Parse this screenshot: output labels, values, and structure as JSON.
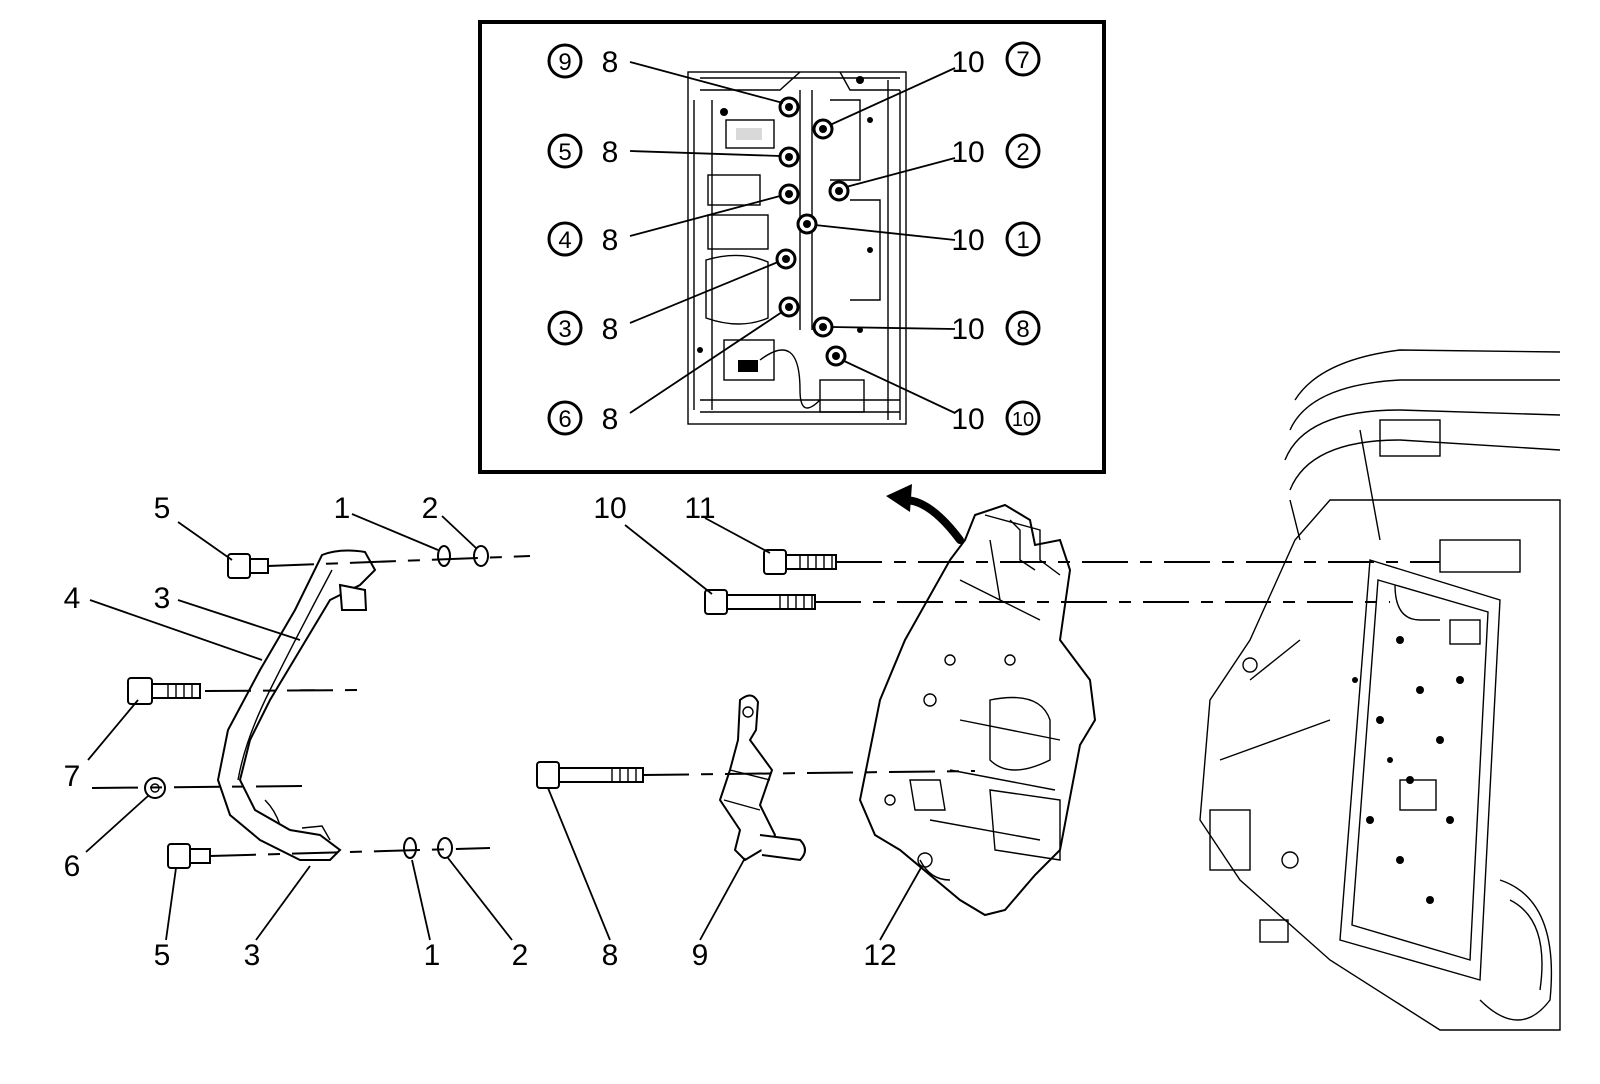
{
  "inset": {
    "left_rows": [
      {
        "seq": "9",
        "callout": "8"
      },
      {
        "seq": "5",
        "callout": "8"
      },
      {
        "seq": "4",
        "callout": "8"
      },
      {
        "seq": "3",
        "callout": "8"
      },
      {
        "seq": "6",
        "callout": "8"
      }
    ],
    "right_rows": [
      {
        "callout": "10",
        "seq": "7"
      },
      {
        "callout": "10",
        "seq": "2"
      },
      {
        "callout": "10",
        "seq": "1"
      },
      {
        "callout": "10",
        "seq": "8"
      },
      {
        "callout": "10",
        "seq": "10"
      }
    ]
  },
  "callouts": {
    "bracket_bolt_top": "5",
    "washer_top": "1",
    "seal_top": "2",
    "harness_bracket_left": "4",
    "harness_bracket_top": "3",
    "bolt_mid": "7",
    "nut": "6",
    "bracket_bolt_bottom": "5",
    "harness_bracket_bottom": "3",
    "washer_bottom": "1",
    "seal_bottom": "2",
    "long_bolt": "8",
    "bracket": "9",
    "control_module": "12",
    "bolt_10": "10",
    "bolt_11": "11"
  }
}
